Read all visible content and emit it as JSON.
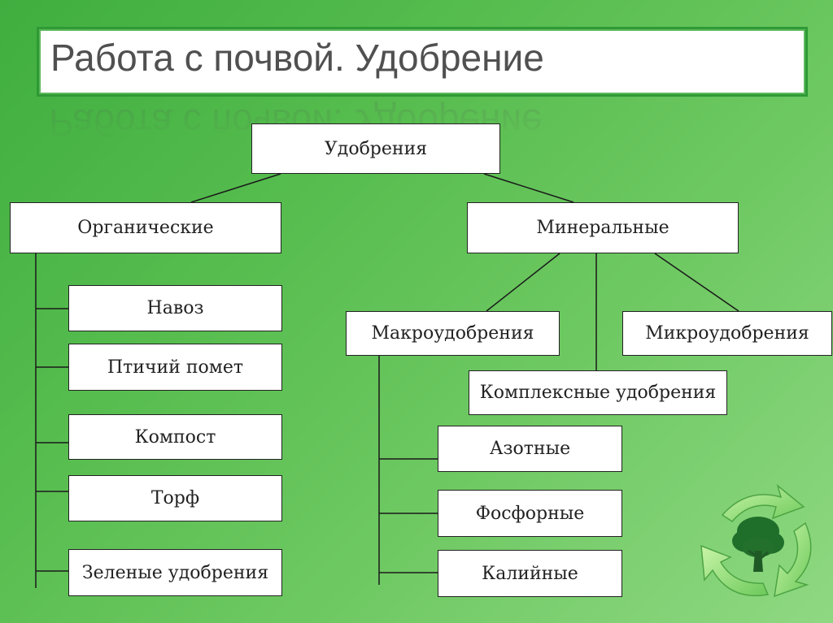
{
  "title": "Работа с почвой. Удобрение",
  "nodes": {
    "root": "Удобрения",
    "organic": "Органические",
    "mineral": "Минеральные",
    "navoz": "Навоз",
    "ptichiy": "Птичий помет",
    "kompost": "Компост",
    "torf": "Торф",
    "zelenye": "Зеленые удобрения",
    "makro": "Макроудобрения",
    "mikro": "Микроудобрения",
    "kompleks": "Комплексные удобрения",
    "azot": "Азотные",
    "fosfor": "Фосфорные",
    "kaliy": "Калийные"
  },
  "icons": {
    "logo": "recycle-arrows-with-tree-icon"
  },
  "colors": {
    "background": "#5bbd52",
    "title_text": "#505050",
    "title_border": "#2e9a36",
    "arrows": "#9fe07f",
    "tree": "#1f6e2a"
  }
}
